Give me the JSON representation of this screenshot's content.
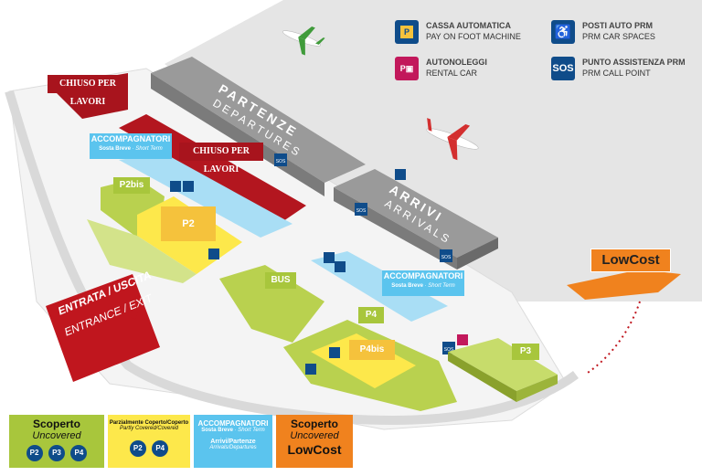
{
  "legend": {
    "cassa": {
      "line1": "CASSA AUTOMATICA",
      "line2": "PAY ON FOOT MACHINE",
      "icon": "parking-pay-icon",
      "color": "#0f4c8a"
    },
    "autonoleggi": {
      "line1": "AUTONOLEGGI",
      "line2": "RENTAL CAR",
      "icon": "rental-car-icon",
      "color": "#c2185b"
    },
    "prm_posti": {
      "line1": "POSTI AUTO PRM",
      "line2": "PRM CAR SPACES",
      "icon": "wheelchair-icon",
      "color": "#0f4c8a"
    },
    "prm_assistenza": {
      "line1": "PUNTO ASSISTENZA PRM",
      "line2": "PRM CALL POINT",
      "icon_text": "SOS",
      "color": "#0f4c8a"
    }
  },
  "map": {
    "terminal_departures": {
      "it": "PARTENZE",
      "en": "DEPARTURES"
    },
    "terminal_arrivals": {
      "it": "ARRIVI",
      "en": "ARRIVALS"
    },
    "closed_1": "CHIUSO PER LAVORI",
    "closed_2": "CHIUSO PER LAVORI",
    "kiss_top": {
      "title": "ACCOMPAGNATORI",
      "sub": "Sosta Breve",
      "sub_en": "Short Term"
    },
    "kiss_bottom": {
      "title": "ACCOMPAGNATORI",
      "sub": "Sosta Breve",
      "sub_en": "Short Term"
    },
    "p2bis": "P2bis",
    "p2": "P2",
    "bus": "BUS",
    "p4": "P4",
    "p4bis": "P4bis",
    "p3": "P3",
    "lowcost": "LowCost",
    "entrance": {
      "it": "ENTRATA / USCITA",
      "en": "ENTRANCE / EXIT"
    },
    "sos": "SOS"
  },
  "bottom_legend": {
    "uncovered": {
      "title": "Scoperto",
      "sub": "Uncovered",
      "badges": [
        "P2",
        "P3",
        "P4"
      ],
      "color": "#a8c63c"
    },
    "partly": {
      "title": "Parzialmente Coperto/Coperto",
      "sub": "Partly Covered/Covered",
      "badges": [
        "P2",
        "P4"
      ],
      "color": "#fde84b"
    },
    "kiss": {
      "title": "ACCOMPAGNATORI",
      "sub": "Sosta Breve",
      "sub_en": "Short Term",
      "line2": "Arrivi/Partenze",
      "line2_en": "Arrivals/Departures",
      "color": "#5bc4ee"
    },
    "lowcost": {
      "title": "Scoperto",
      "sub": "Uncovered",
      "brand": "LowCost",
      "color": "#f0821e"
    }
  },
  "colors": {
    "apron": "#e3e3e3",
    "road": "#f2f2f2",
    "green": "#b9d14f",
    "yellow": "#fde84b",
    "lightblue": "#a9def5",
    "red": "#b3161f",
    "orange": "#f0821e",
    "terminal": "#8e8e8e",
    "blue": "#0f4c8a"
  }
}
